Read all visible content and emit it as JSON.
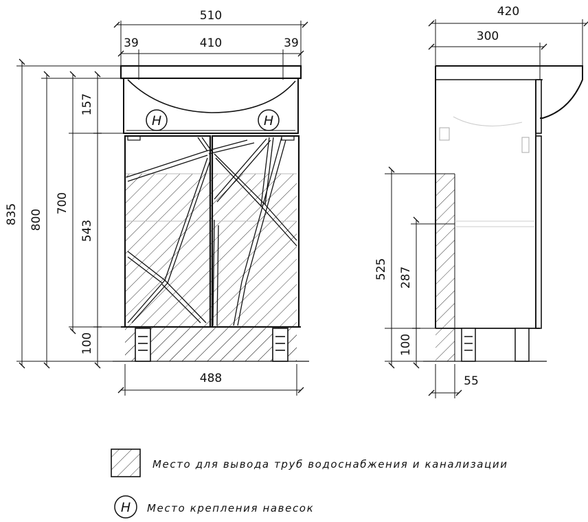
{
  "front_view": {
    "width_total": "510",
    "width_inner": "410",
    "margin_left": "39",
    "margin_right": "39",
    "height_total": "835",
    "height_body": "800",
    "height_cabinet": "700",
    "drawer_height": "157",
    "door_height": "543",
    "leg_height": "100",
    "base_width": "488"
  },
  "side_view": {
    "depth_total": "420",
    "depth_body": "300",
    "pipe_zone_height": "525",
    "shelf_height": "287",
    "leg_height": "100",
    "pipe_zone_depth": "55"
  },
  "mount_symbol": "H",
  "legend": {
    "hatch_text": "Место для вывода труб водоснабжения и канализации",
    "mount_text": "Место крепления навесок",
    "mount_symbol": "H"
  },
  "colors": {
    "line": "#111111",
    "background": "#ffffff",
    "pale": "#cccccc"
  }
}
